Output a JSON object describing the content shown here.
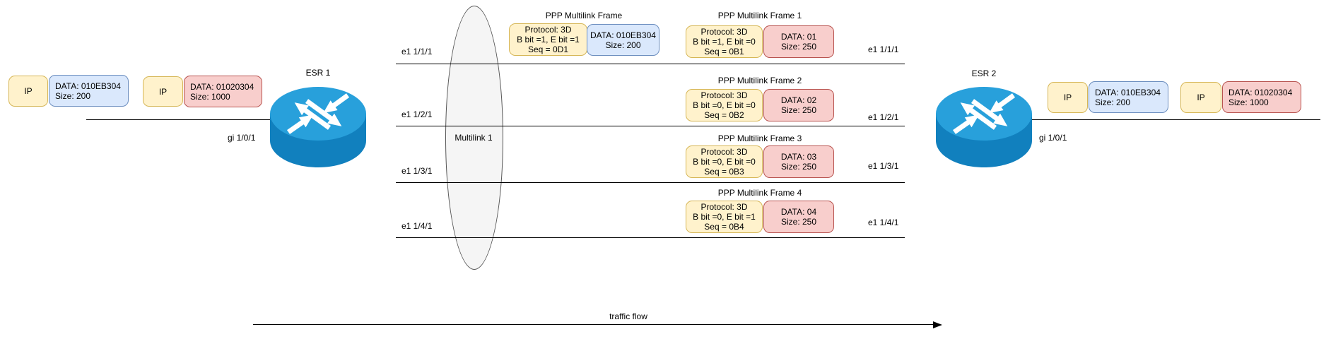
{
  "palette": {
    "header_fill": "#FFF2CC",
    "header_stroke": "#D6B656",
    "data_blue_fill": "#DAE8FC",
    "data_blue_stroke": "#6C8EBF",
    "data_red_fill": "#F8CECC",
    "data_red_stroke": "#B85450",
    "bundle_fill": "#F5F5F5",
    "bundle_stroke": "#545454",
    "router_blue": "#28A0DB"
  },
  "left_packets": [
    {
      "header": "IP",
      "data": "DATA: 010EB304",
      "size": "Size: 200"
    },
    {
      "header": "IP",
      "data": "DATA: 01020304",
      "size": "Size: 1000"
    }
  ],
  "right_packets": [
    {
      "header": "IP",
      "data": "DATA: 010EB304",
      "size": "Size: 200"
    },
    {
      "header": "IP",
      "data": "DATA: 01020304",
      "size": "Size: 1000"
    }
  ],
  "routers": [
    {
      "name": "ESR 1",
      "interface_label": "gi 1/0/1"
    },
    {
      "name": "ESR 2",
      "interface_label": "gi 1/0/1"
    }
  ],
  "multilink": {
    "label": "Multilink 1"
  },
  "links": [
    {
      "left": "e1 1/1/1",
      "right": "e1 1/1/1"
    },
    {
      "left": "e1 1/2/1",
      "right": "e1 1/2/1"
    },
    {
      "left": "e1 1/3/1",
      "right": "e1 1/3/1"
    },
    {
      "left": "e1 1/4/1",
      "right": "e1 1/4/1"
    }
  ],
  "aggregate_frame": {
    "title": "PPP Multilink Frame",
    "protocol": "Protocol: 3D",
    "bits": "B bit =1, E bit =1",
    "seq": "Seq = 0D1",
    "data": "DATA: 010EB304",
    "size": "Size: 200"
  },
  "fragment_frames": [
    {
      "title": "PPP Multilink Frame 1",
      "protocol": "Protocol: 3D",
      "bits": "B bit =1, E bit =0",
      "seq": "Seq = 0B1",
      "data": "DATA: 01",
      "size": "Size: 250"
    },
    {
      "title": "PPP Multilink Frame 2",
      "protocol": "Protocol: 3D",
      "bits": "B bit =0, E bit =0",
      "seq": "Seq = 0B2",
      "data": "DATA: 02",
      "size": "Size: 250"
    },
    {
      "title": "PPP Multilink Frame 3",
      "protocol": "Protocol: 3D",
      "bits": "B bit =0, E bit =0",
      "seq": "Seq = 0B3",
      "data": "DATA: 03",
      "size": "Size: 250"
    },
    {
      "title": "PPP Multilink Frame 4",
      "protocol": "Protocol: 3D",
      "bits": "B bit =0, E bit =1",
      "seq": "Seq = 0B4",
      "data": "DATA: 04",
      "size": "Size: 250"
    }
  ],
  "traffic_flow_label": "traffic flow"
}
